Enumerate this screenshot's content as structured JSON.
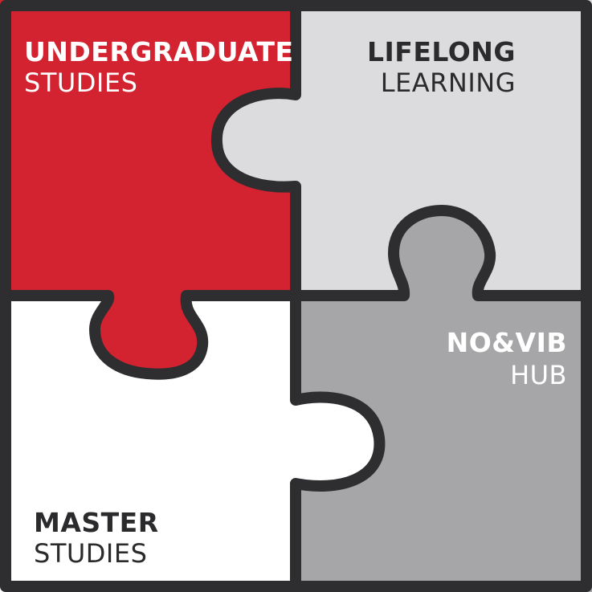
{
  "diagram": {
    "pieces": [
      {
        "id": "undergraduate",
        "title": "UNDERGRADUATE",
        "subtitle": "STUDIES",
        "fill": "#d42330",
        "text_color": "#ffffff"
      },
      {
        "id": "lifelong",
        "title": "LIFELONG",
        "subtitle": "LEARNING",
        "fill": "#dcdcdf",
        "text_color": "#2b2b2d"
      },
      {
        "id": "master",
        "title": "MASTER",
        "subtitle": "STUDIES",
        "fill": "#ffffff",
        "text_color": "#2b2b2d"
      },
      {
        "id": "hub",
        "title": "NO&VIB",
        "subtitle": "HUB",
        "fill": "#a6a6a8",
        "text_color": "#ffffff"
      }
    ],
    "outline_color": "#2e2e30"
  }
}
